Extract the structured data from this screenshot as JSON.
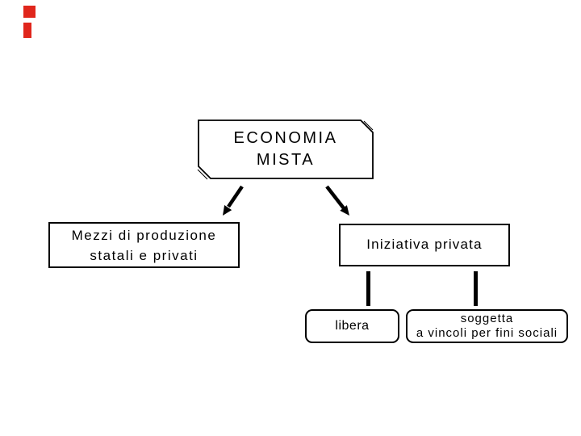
{
  "diagram": {
    "background_color": "#ffffff",
    "line_color": "#000000",
    "accent_color": "#e0261c",
    "root": {
      "line1": "ECONOMIA",
      "line2": "MISTA"
    },
    "branch_left": {
      "line1": "Mezzi di produzione",
      "line2": "statali e privati"
    },
    "branch_right": {
      "label": "Iniziativa privata"
    },
    "leaf_free": {
      "label": "libera"
    },
    "leaf_constrained": {
      "line1": "soggetta",
      "line2": "a vincoli per fini sociali"
    }
  }
}
